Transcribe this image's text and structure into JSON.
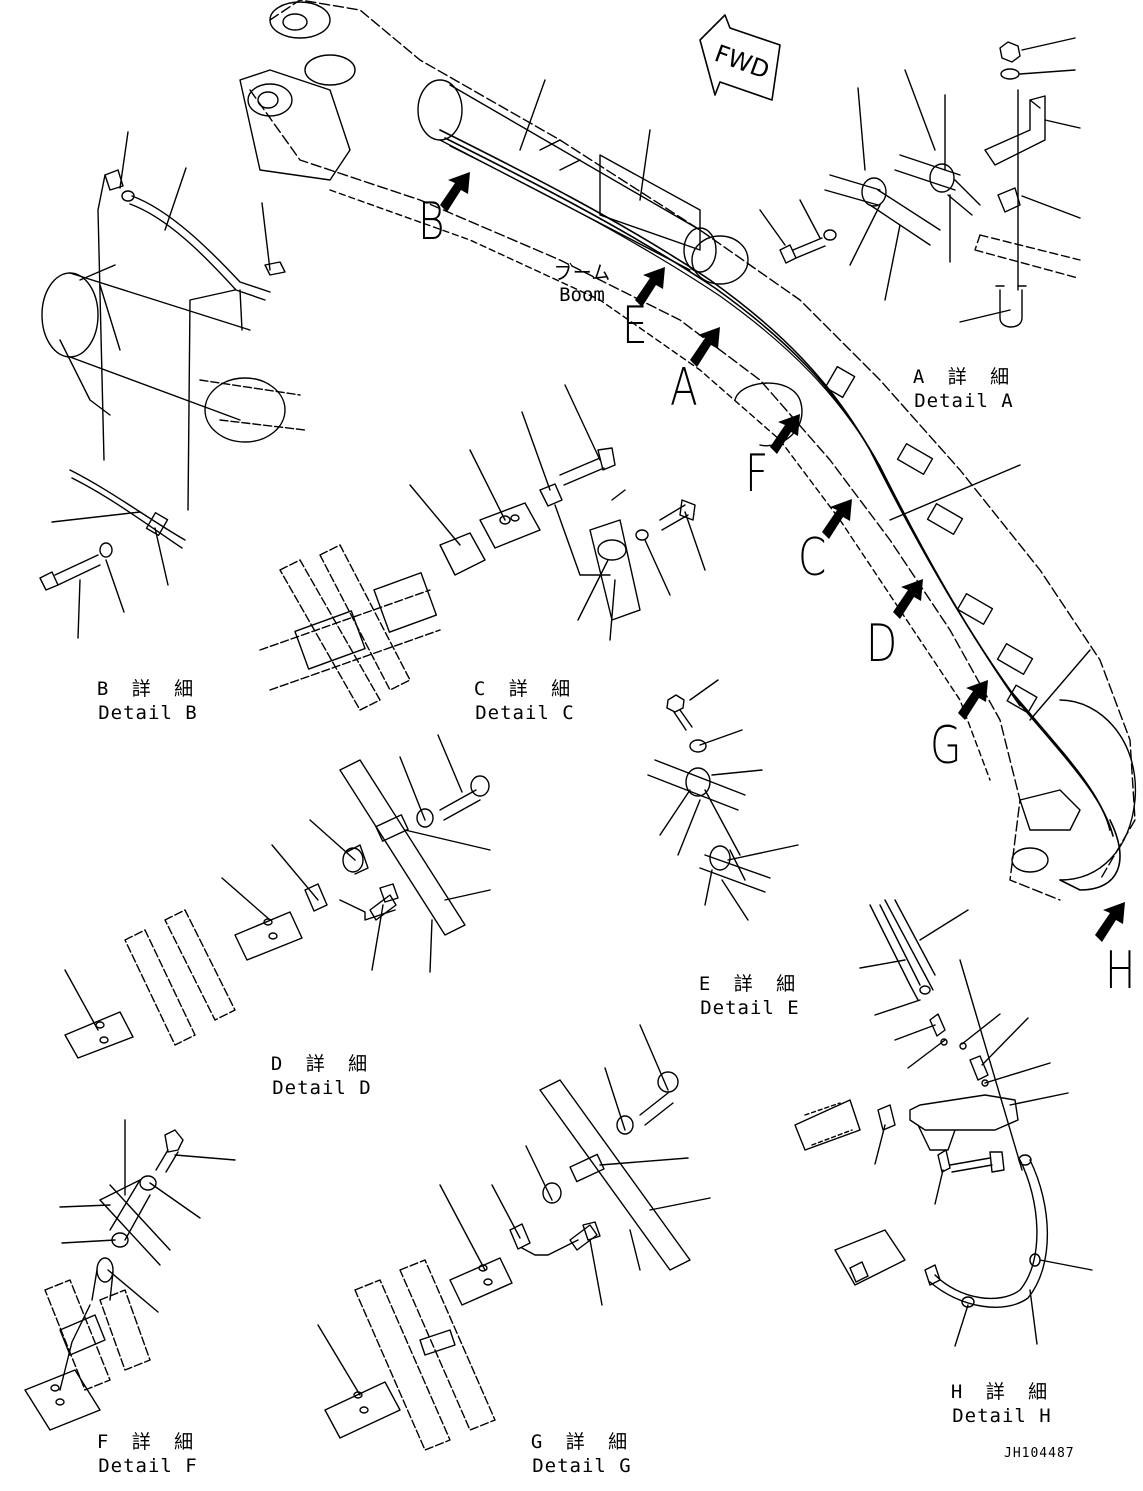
{
  "drawing_id": "JH104487",
  "direction_label": "FWD",
  "boom_label": {
    "jp": "ブーム",
    "en": "Boom"
  },
  "callout_letters": {
    "a": "A",
    "b": "B",
    "c": "C",
    "d": "D",
    "e": "E",
    "f": "F",
    "g": "G",
    "h": "H"
  },
  "details": {
    "a": {
      "jp": "A 詳 細",
      "en": "Detail A"
    },
    "b": {
      "jp": "B 詳 細",
      "en": "Detail B"
    },
    "c": {
      "jp": "C 詳 細",
      "en": "Detail C"
    },
    "d": {
      "jp": "D 詳 細",
      "en": "Detail D"
    },
    "e": {
      "jp": "E 詳 細",
      "en": "Detail E"
    },
    "f": {
      "jp": "F 詳 細",
      "en": "Detail F"
    },
    "g": {
      "jp": "G 詳 細",
      "en": "Detail G"
    },
    "h": {
      "jp": "H 詳 細",
      "en": "Detail H"
    }
  },
  "colors": {
    "line": "#000000",
    "background": "#ffffff"
  }
}
